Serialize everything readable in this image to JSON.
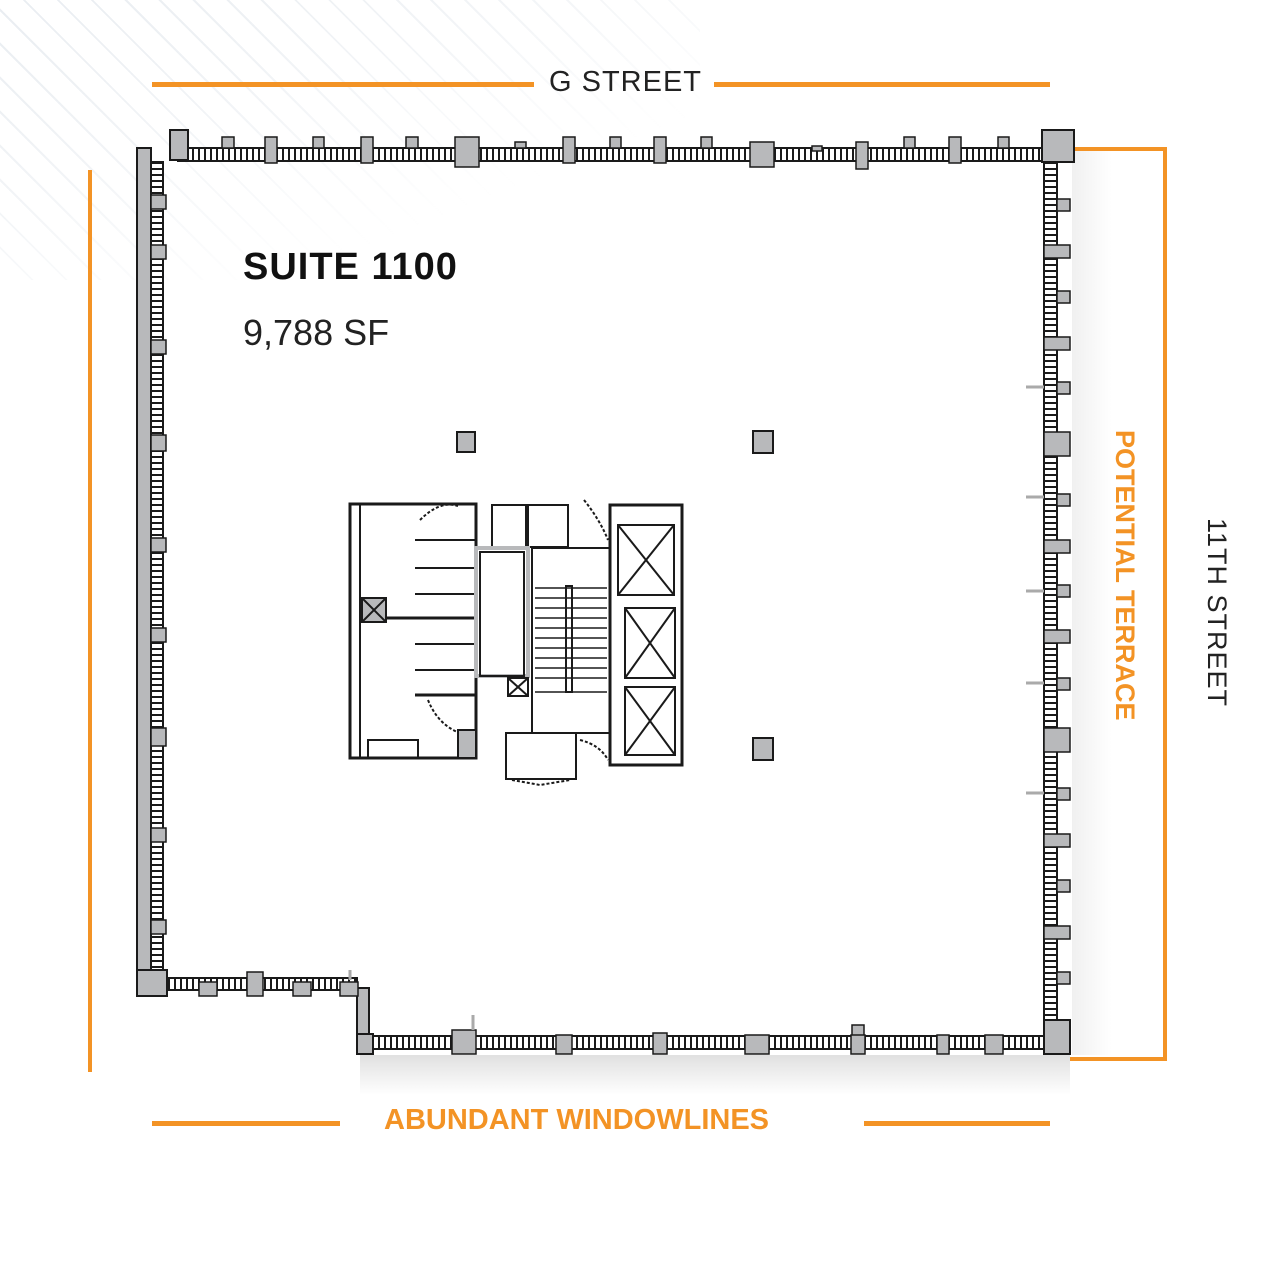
{
  "plan": {
    "suite_name": "SUITE 1100",
    "suite_area": "9,788 SF"
  },
  "labels": {
    "top_street": "G STREET",
    "right_street": "11TH STREET",
    "right_feature": "POTENTIAL TERRACE",
    "bottom_feature": "ABUNDANT WINDOWLINES"
  },
  "colors": {
    "accent": "#f39325",
    "wall_fill": "#b8b9bb",
    "wall_stroke": "#1a1a1a",
    "text": "#222222"
  }
}
